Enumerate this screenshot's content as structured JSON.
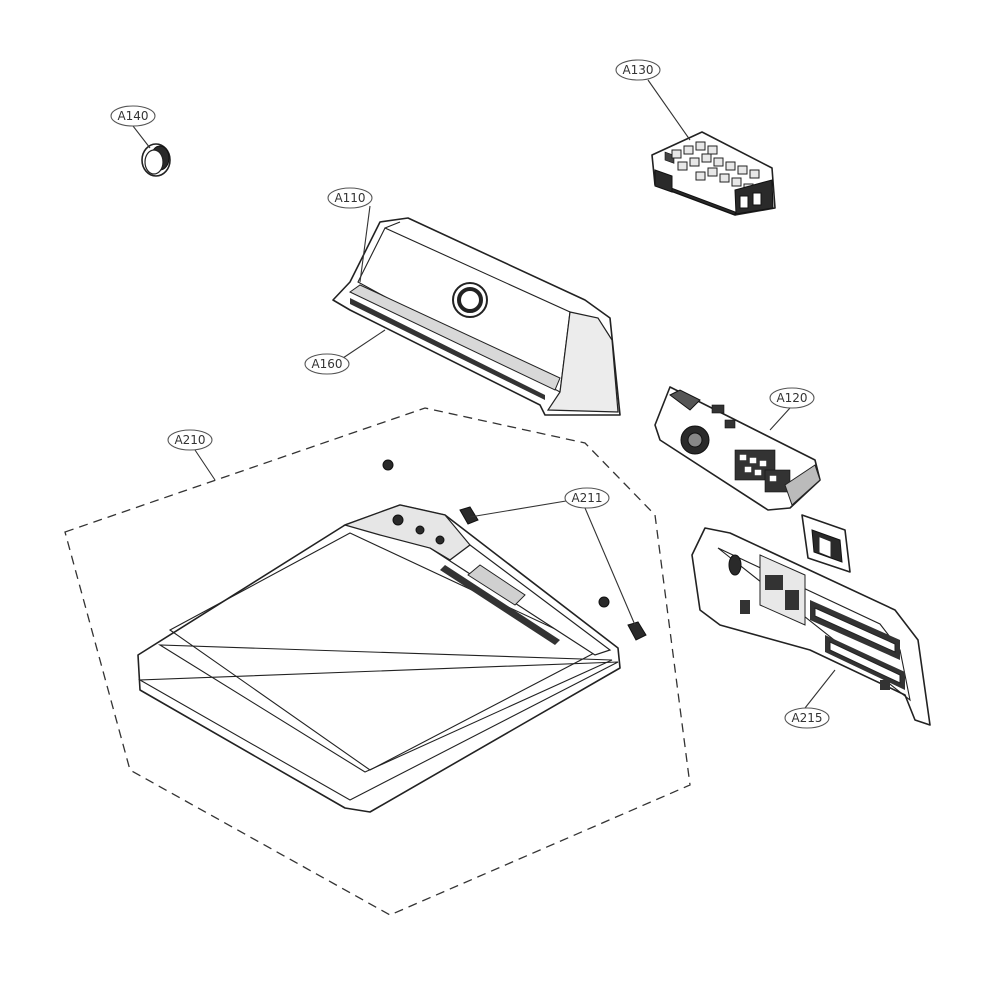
{
  "callouts": {
    "A140": "A140",
    "A130": "A130",
    "A110": "A110",
    "A160": "A160",
    "A120": "A120",
    "A210": "A210",
    "A211": "A211",
    "A215": "A215"
  }
}
